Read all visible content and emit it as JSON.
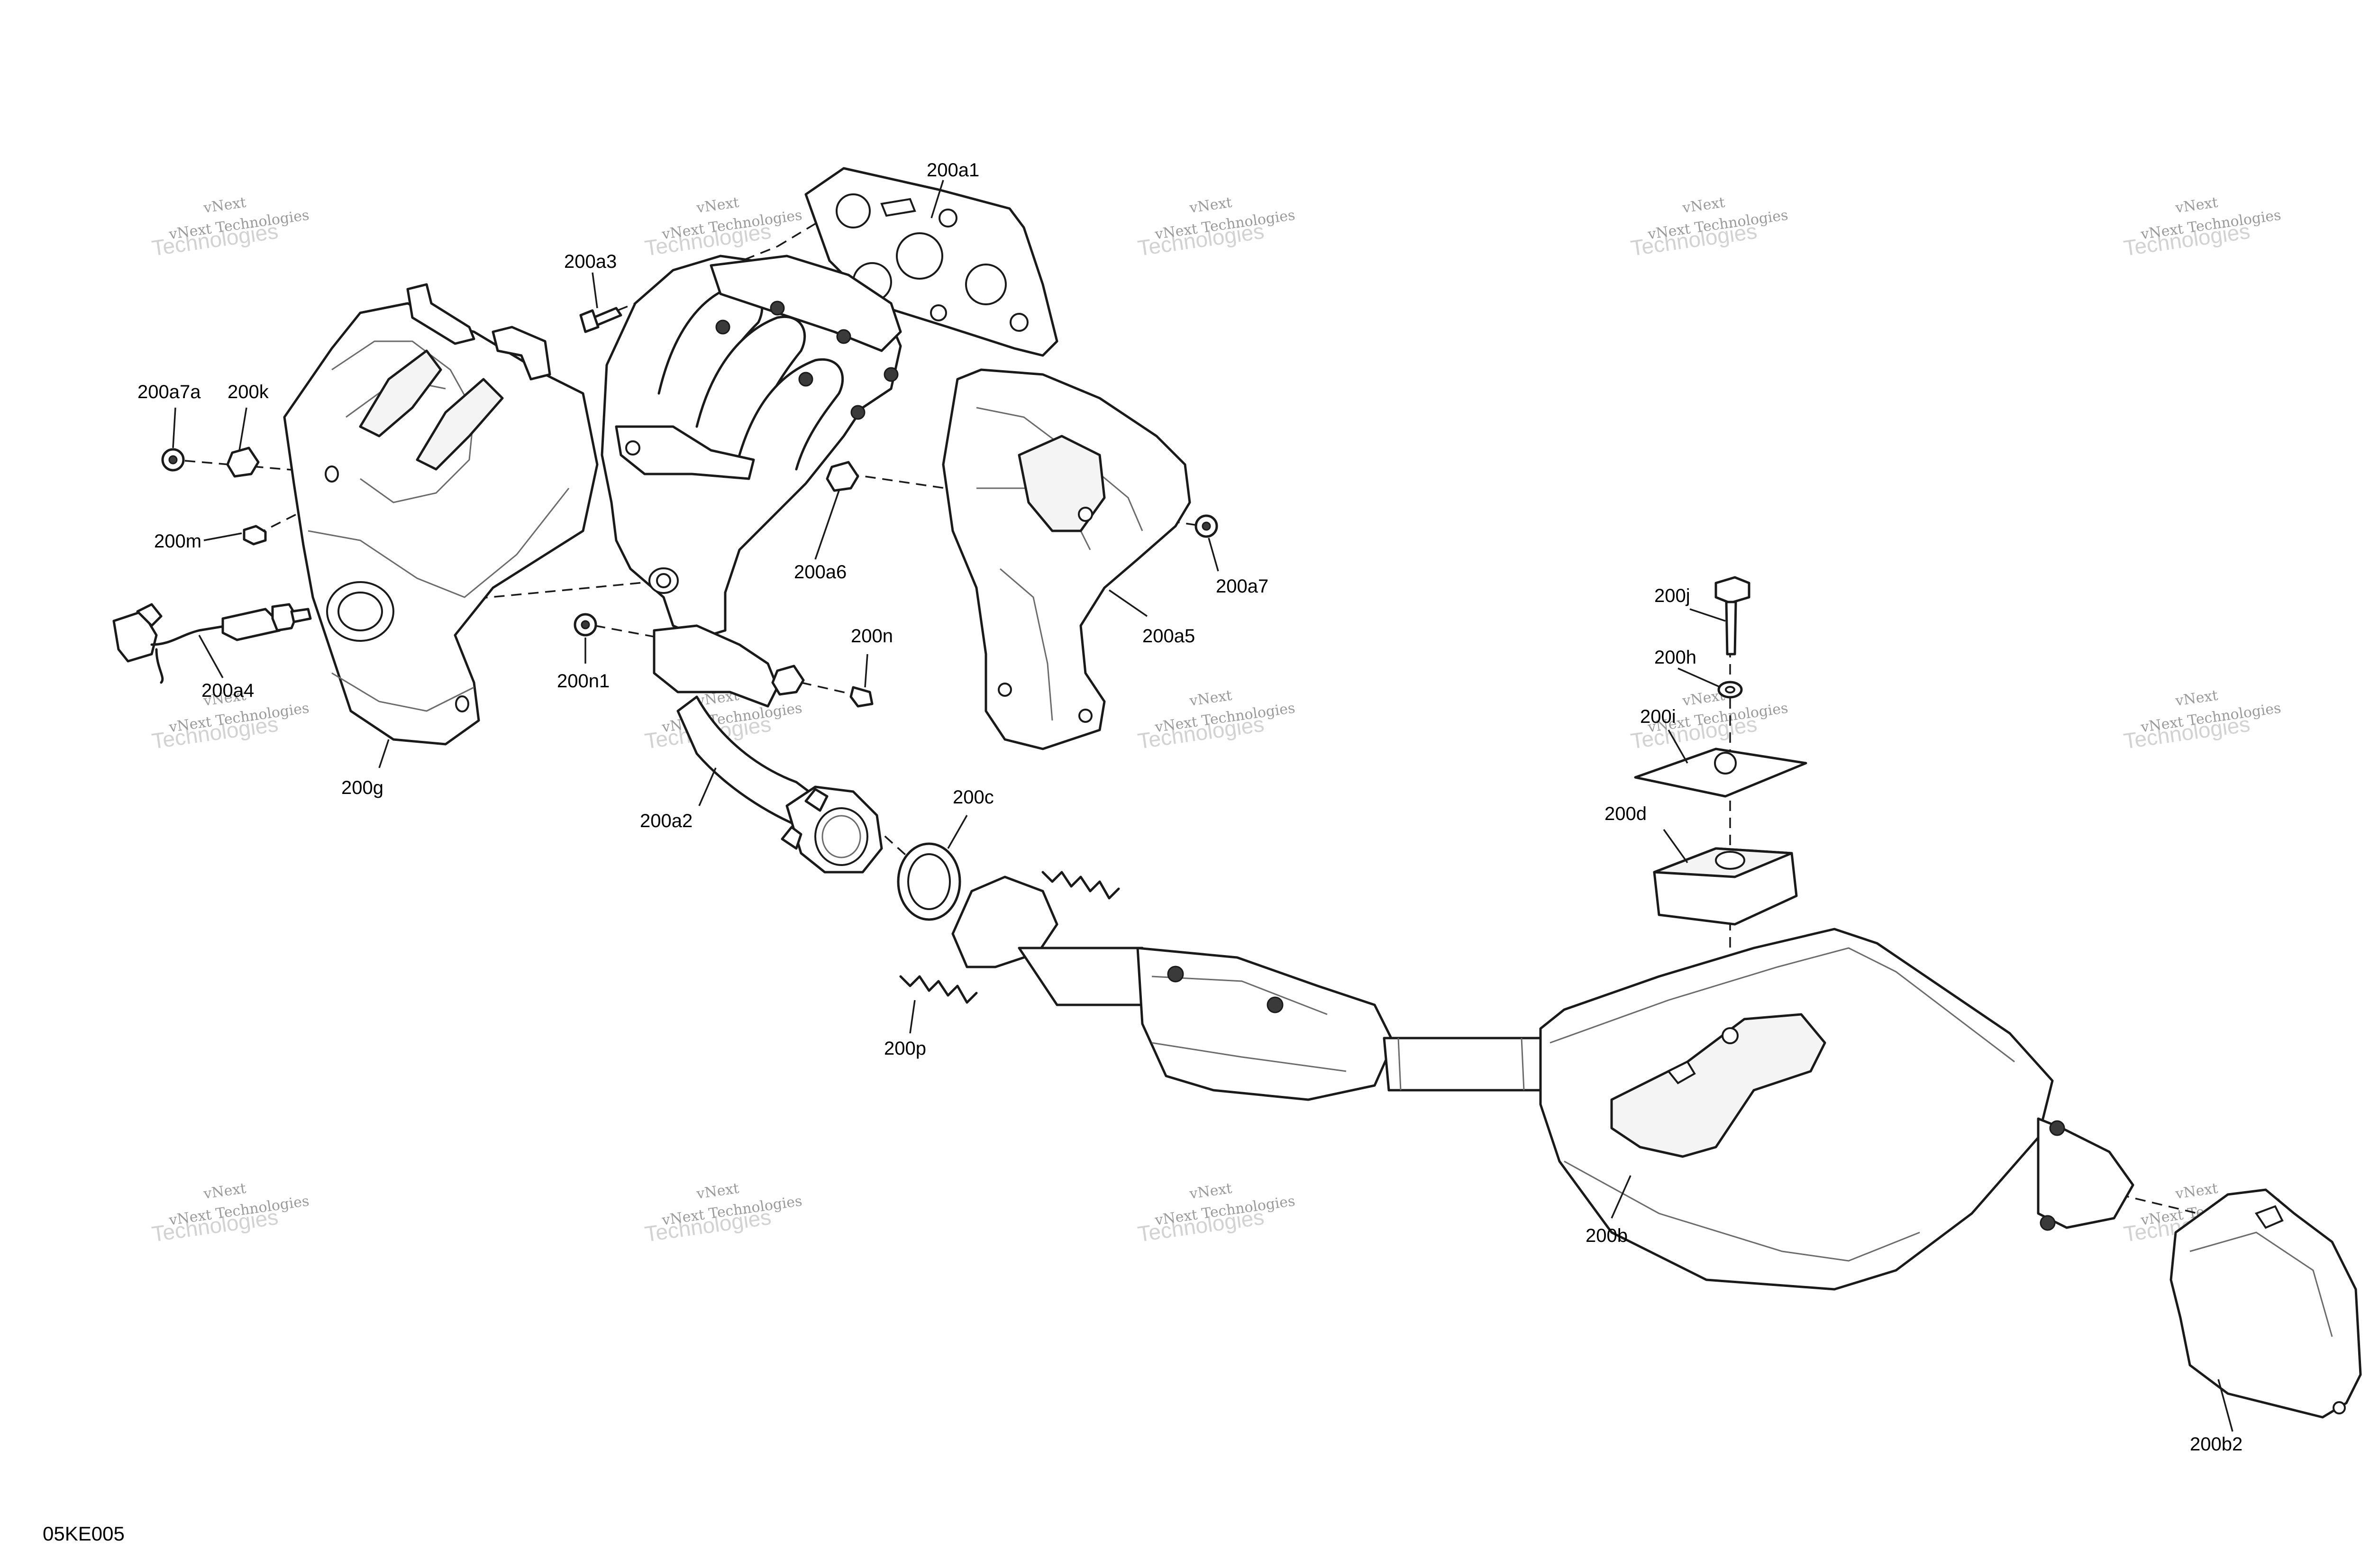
{
  "drawing": {
    "code": "05KE005",
    "watermark": {
      "line1": "vNext Technologies",
      "line2": "Technologies",
      "sup": "vNext"
    }
  },
  "callouts": {
    "c200a1": "200a1",
    "c200a3": "200a3",
    "c200a7a": "200a7a",
    "c200k": "200k",
    "c200m": "200m",
    "c200a4": "200a4",
    "c200g": "200g",
    "c200n1": "200n1",
    "c200n": "200n",
    "c200a6": "200a6",
    "c200a2": "200a2",
    "c200a5": "200a5",
    "c200a7": "200a7",
    "c200c": "200c",
    "c200p": "200p",
    "c200j": "200j",
    "c200h": "200h",
    "c200i": "200i",
    "c200d": "200d",
    "c200b": "200b",
    "c200b2": "200b2"
  }
}
